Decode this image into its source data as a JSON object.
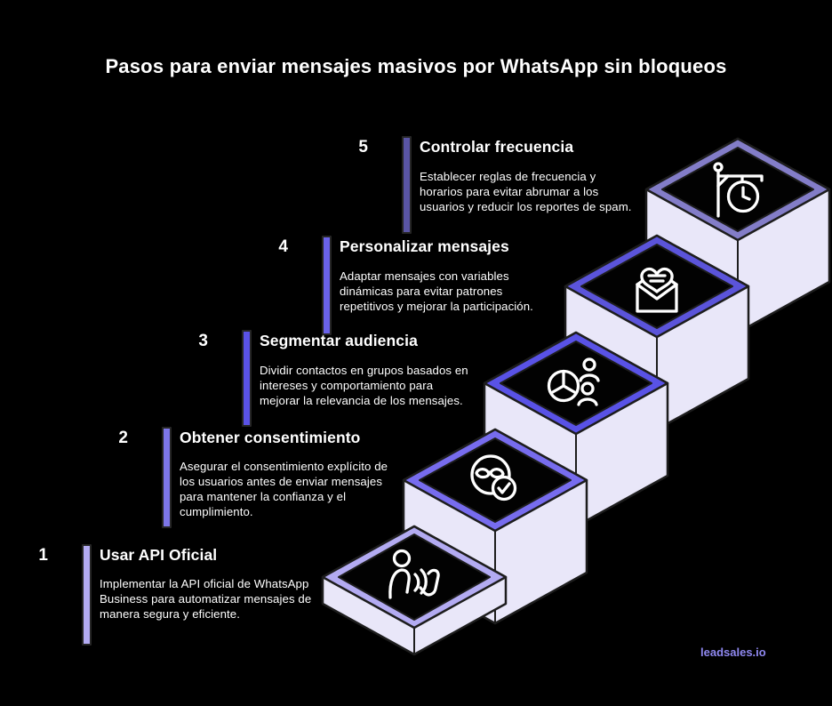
{
  "page": {
    "title": "Pasos para enviar mensajes masivos por WhatsApp sin bloqueos",
    "background": "#000000",
    "title_color": "#ffffff",
    "step_body_color": "#e9e7f9",
    "outline_color": "#1d1d1d",
    "icon_color": "#ffffff"
  },
  "brand": {
    "label": "leadsales.io",
    "color": "#8f88f0"
  },
  "steps": [
    {
      "number": "1",
      "title": "Usar API Oficial",
      "description": "Implementar la API oficial de WhatsApp Business para automatizar mensajes de manera segura y eficiente.",
      "accent": "#b3abf2",
      "bar_color": "#b3abf2",
      "icon": "person-broadcast-icon"
    },
    {
      "number": "2",
      "title": "Obtener consentimiento",
      "description": "Asegurar el consentimiento explícito de los usuarios antes de enviar mensajes para mantener la confianza y el cumplimiento.",
      "accent": "#776cee",
      "bar_color": "#7d76e8",
      "icon": "verified-user-icon"
    },
    {
      "number": "3",
      "title": "Segmentar audiencia",
      "description": "Dividir contactos en grupos basados en intereses y comportamiento para mejorar la relevancia de los mensajes.",
      "accent": "#5952e6",
      "bar_color": "#5a52e6",
      "icon": "audience-pie-icon"
    },
    {
      "number": "4",
      "title": "Personalizar mensajes",
      "description": "Adaptar mensajes con variables dinámicas para evitar patrones repetitivos y mejorar la participación.",
      "accent": "#5b54da",
      "bar_color": "#6a62ea",
      "icon": "heart-mail-icon"
    },
    {
      "number": "5",
      "title": "Controlar frecuencia",
      "description": "Establecer reglas de frecuencia y horarios para evitar abrumar a los usuarios y reducir los reportes de spam.",
      "accent": "#837dc8",
      "bar_color": "#5a55a5",
      "icon": "hanging-clock-icon"
    }
  ]
}
